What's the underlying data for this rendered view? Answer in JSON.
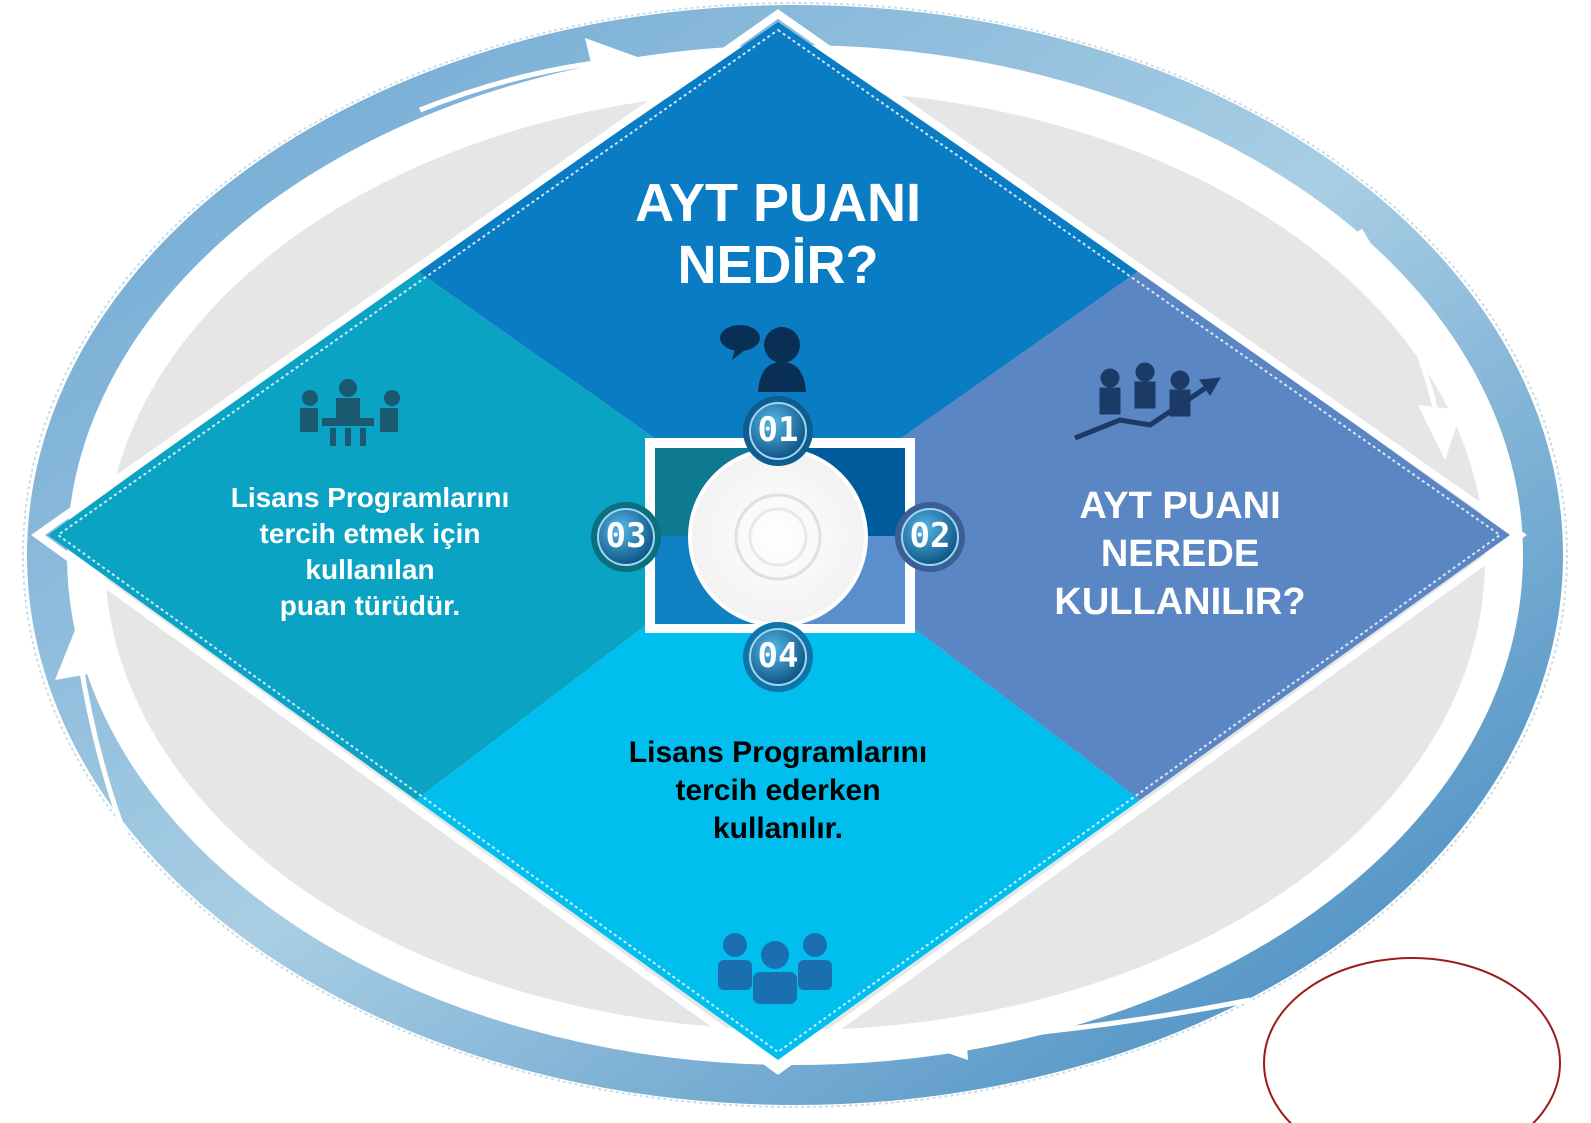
{
  "sections": [
    {
      "id": "01",
      "title_lines": [
        "AYT PUANI",
        "NEDİR?"
      ],
      "color": "#0a7cc3",
      "icon": "person-speech-bubble-icon"
    },
    {
      "id": "02",
      "title_lines": [
        "AYT PUANI",
        "NEREDE",
        "KULLANILIR?"
      ],
      "color": "#5a86c4",
      "icon": "team-growth-chart-icon"
    },
    {
      "id": "03",
      "title_lines": [
        "Lisans Programlarını",
        "tercih etmek için",
        "kullanılan",
        "puan türüdür."
      ],
      "color": "#0aa3c4",
      "icon": "meeting-icon"
    },
    {
      "id": "04",
      "title_lines": [
        "Lisans Programlarını",
        "tercih ederken",
        "kullanılır."
      ],
      "color": "#00bfef",
      "icon": "group-people-icon"
    }
  ],
  "colors": {
    "ring_outer": "#4f93c8",
    "ring_light": "#a7cde4",
    "backdrop": "#e6e6e6",
    "center_top_left": "#0d7a91",
    "center_top_right": "#005b9c",
    "center_bottom_left": "#1082c4",
    "center_bottom_right": "#5b8ecc",
    "highlight_ellipse": "#9e1b1b"
  }
}
